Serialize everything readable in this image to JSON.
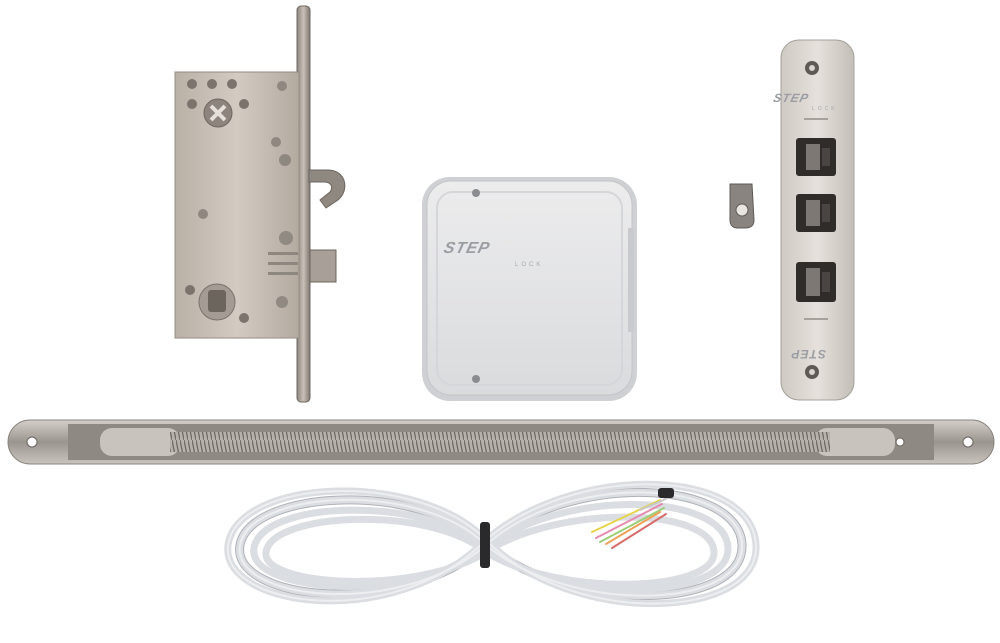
{
  "scene": {
    "background": "#ffffff",
    "items": [
      {
        "name": "mortise-lock-body",
        "material": "brushed-steel"
      },
      {
        "name": "control-unit-box",
        "color": "#e2e3e5"
      },
      {
        "name": "small-bracket"
      },
      {
        "name": "electric-strike-plate",
        "material": "brushed-steel"
      },
      {
        "name": "power-transfer-spring-loop"
      },
      {
        "name": "coiled-cable",
        "color": "#d7dade"
      }
    ]
  },
  "box_brand": {
    "logo": "STEP",
    "sub": "LOCK"
  },
  "strike_brand": {
    "top_logo": "STEP",
    "top_sub": "LOCK",
    "bottom_logo": "STEP"
  }
}
